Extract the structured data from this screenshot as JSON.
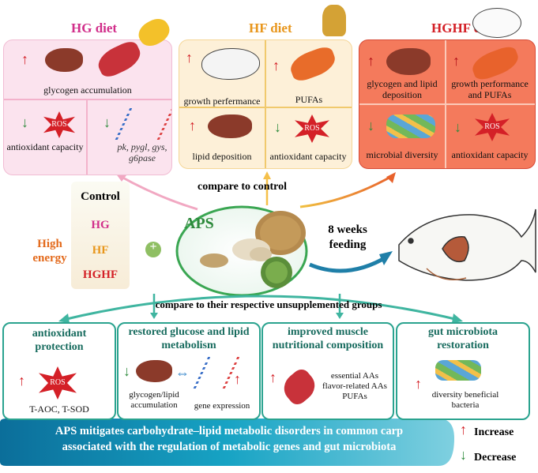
{
  "hg": {
    "title": "HG diet",
    "title_color": "#d12e8a",
    "cells": [
      "glycogen accumulation",
      "antioxidant capacity",
      "pk, pygl, gys, g6pase"
    ],
    "ros": "ROS"
  },
  "hf": {
    "title": "HF diet",
    "title_color": "#e8961c",
    "cells": [
      "growth perfermance",
      "PUFAs",
      "lipid deposition",
      "antioxidant capacity"
    ],
    "ros": "ROS"
  },
  "hghf": {
    "title": "HGHF diet",
    "title_color": "#d42027",
    "cells": [
      "glycogen and lipid deposition",
      "growth performance and PUFAs",
      "microbial diversity",
      "antioxidant capacity"
    ],
    "ros": "ROS"
  },
  "center": {
    "compare_control": "compare  to control",
    "control": "Control",
    "hg": "HG",
    "hf": "HF",
    "hghf": "HGHF",
    "high_energy": "High energy",
    "plus": "+",
    "aps": "APS",
    "feeding": "8 weeks feeding",
    "compare_groups": "compare to their respective unsupplemented groups"
  },
  "bottom": {
    "box1": {
      "title": "antioxidant protection",
      "ros": "ROS",
      "text": "T-AOC, T-SOD"
    },
    "box2": {
      "title": "restored glucose and lipid metabolism",
      "left": "glycogen/lipid accumulation",
      "right": "gene expression"
    },
    "box3": {
      "title": "improved muscle nutritional composition",
      "text": "essential AAs flavor-related AAs PUFAs"
    },
    "box4": {
      "title": "gut microbiota restoration",
      "text": "diversity beneficial bacteria"
    }
  },
  "banner": {
    "line1": "APS mitigates carbohydrate–lipid  metabolic disorders in common carp",
    "line2": "associated with the regulation of metabolic genes and gut microbiota"
  },
  "legend": {
    "increase": "Increase",
    "decrease": "Decrease"
  },
  "colors": {
    "teal": "#2aa38f",
    "red": "#d42027",
    "green": "#2e8a3c",
    "banner": "#0f7fa8"
  }
}
